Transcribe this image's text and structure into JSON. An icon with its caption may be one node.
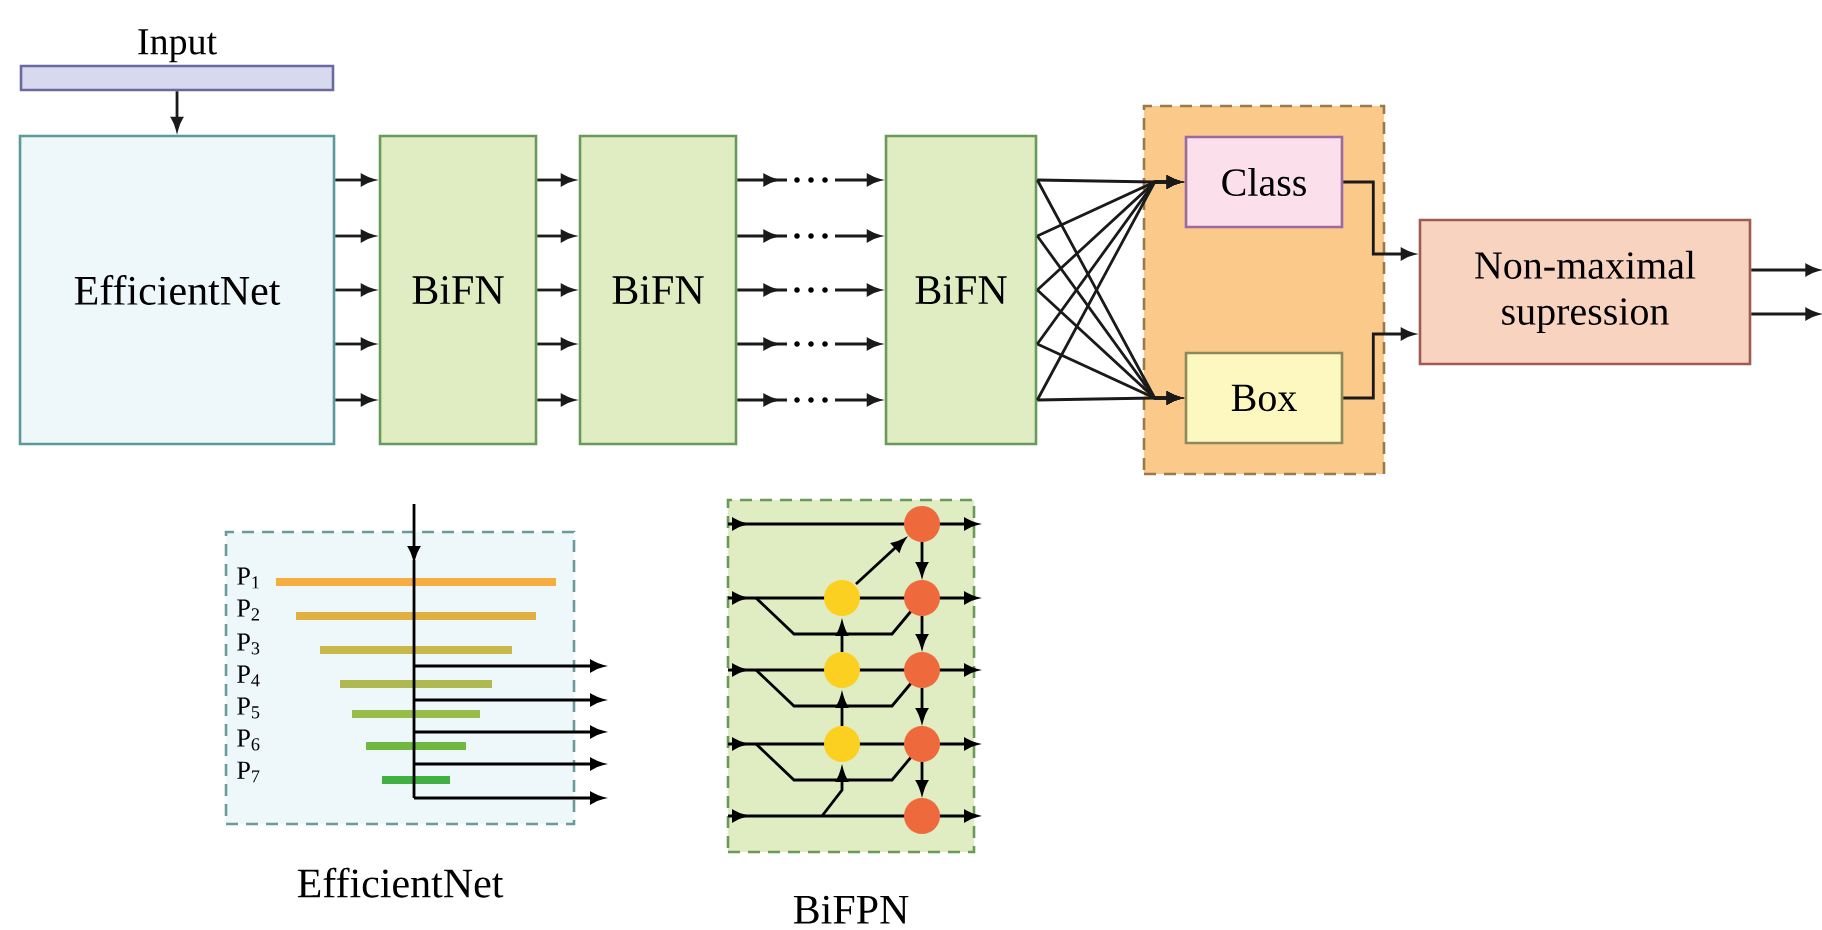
{
  "diagram": {
    "nodes": [
      {
        "text": [
          "Input"
        ]
      },
      {
        "text": [
          "EfficientNet"
        ]
      },
      {
        "text": [
          "BiFN"
        ]
      },
      {
        "text": [
          "BiFN"
        ]
      },
      {
        "text": [
          "BiFN"
        ]
      },
      {
        "text": [],
        "shape": "box"
      },
      {
        "text": [
          "Class"
        ],
        "in": 5
      },
      {
        "text": [
          "Box"
        ],
        "in": 5
      },
      {
        "text": [
          "Non-maximal supression"
        ]
      },
      {
        "text": [],
        "shape": "box",
        "beside": [
          "EfficientNet"
        ]
      },
      {
        "text": [],
        "shape": "box",
        "beside": [
          "BiFPN"
        ]
      }
    ],
    "edges": [
      {
        "from": 0,
        "to": 1,
        "arrow": "to"
      },
      {
        "from": 1,
        "to": 2,
        "arrow": "to"
      },
      {
        "from": 1,
        "to": 2,
        "arrow": "to"
      },
      {
        "from": 1,
        "to": 2,
        "arrow": "to"
      },
      {
        "from": 1,
        "to": 2,
        "arrow": "to"
      },
      {
        "from": 1,
        "to": 2,
        "arrow": "to"
      },
      {
        "from": 2,
        "to": 3,
        "arrow": "to"
      },
      {
        "from": 2,
        "to": 3,
        "arrow": "to"
      },
      {
        "from": 2,
        "to": 3,
        "arrow": "to"
      },
      {
        "from": 2,
        "to": 3,
        "arrow": "to"
      },
      {
        "from": 2,
        "to": 3,
        "arrow": "to"
      },
      {
        "from": 3,
        "to": 4,
        "arrow": "to"
      },
      {
        "from": 3,
        "to": 4,
        "arrow": "to"
      },
      {
        "from": 3,
        "to": 4,
        "arrow": "to"
      },
      {
        "from": 3,
        "to": 4,
        "arrow": "to"
      },
      {
        "from": 3,
        "to": 4,
        "arrow": "to"
      },
      {
        "from": 4,
        "to": 6,
        "arrow": "to"
      },
      {
        "from": 4,
        "to": 6,
        "arrow": "to"
      },
      {
        "from": 4,
        "to": 6,
        "arrow": "to"
      },
      {
        "from": 4,
        "to": 6,
        "arrow": "to"
      },
      {
        "from": 4,
        "to": 6,
        "arrow": "to"
      },
      {
        "from": 4,
        "to": 7,
        "arrow": "to"
      },
      {
        "from": 4,
        "to": 7,
        "arrow": "to"
      },
      {
        "from": 4,
        "to": 7,
        "arrow": "to"
      },
      {
        "from": 4,
        "to": 7,
        "arrow": "to"
      },
      {
        "from": 4,
        "to": 7,
        "arrow": "to"
      },
      {
        "from": 6,
        "to": 8,
        "arrow": "to"
      },
      {
        "from": 7,
        "to": 8,
        "arrow": "to"
      },
      {
        "from": 8,
        "to": null,
        "arrow": "to"
      },
      {
        "from": 8,
        "to": null,
        "arrow": "to"
      }
    ],
    "labels": [
      "P$_{1}$",
      "P$_{2}$",
      "P$_{3}$",
      "P$_{4}$",
      "P$_{5}$",
      "P$_{6}$",
      "P$_{7}$"
    ]
  }
}
